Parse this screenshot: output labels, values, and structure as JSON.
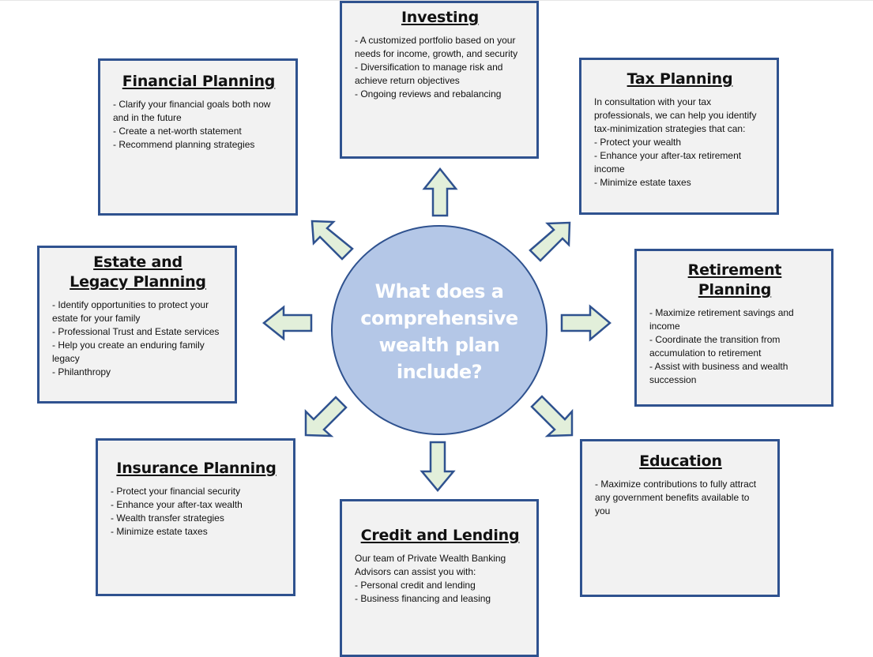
{
  "center": {
    "question": "What does a comprehensive wealth plan include?"
  },
  "boxes": {
    "investing": {
      "title": "Investing",
      "lines": [
        "- A customized portfolio based on your needs for income, growth, and security",
        "- Diversification to manage risk and achieve return objectives",
        "- Ongoing reviews and rebalancing"
      ]
    },
    "financial_planning": {
      "title": "Financial Planning",
      "lines": [
        "- Clarify your financial goals both now and in the future",
        "- Create a net-worth statement",
        "- Recommend planning strategies"
      ]
    },
    "tax_planning": {
      "title": "Tax Planning",
      "lines": [
        "In consultation with your tax professionals, we can help you identify tax-minimization strategies that can:",
        "- Protect your wealth",
        "- Enhance your after-tax retirement income",
        "- Minimize estate taxes"
      ]
    },
    "estate_legacy": {
      "title": "Estate and Legacy Planning",
      "lines": [
        "- Identify opportunities to protect your estate for your family",
        "- Professional Trust and Estate services",
        "- Help you create an enduring family legacy",
        "- Philanthropy"
      ]
    },
    "retirement_planning": {
      "title": "Retirement Planning",
      "lines": [
        "- Maximize retirement savings and income",
        "- Coordinate the transition from accumulation to retirement",
        "- Assist with business and wealth succession"
      ]
    },
    "insurance_planning": {
      "title": "Insurance Planning",
      "lines": [
        "- Protect your financial security",
        "- Enhance your after-tax wealth",
        "- Wealth transfer strategies",
        "- Minimize estate taxes"
      ]
    },
    "credit_lending": {
      "title": "Credit and Lending",
      "lines": [
        "Our team of Private Wealth Banking Advisors can assist you with:",
        "- Personal credit and lending",
        "- Business financing and leasing"
      ]
    },
    "education": {
      "title": "Education",
      "lines": [
        "- Maximize contributions to fully attract any government benefits available to you"
      ]
    }
  },
  "colors": {
    "box_border": "#2f528f",
    "box_fill": "#f2f2f2",
    "circle_fill": "#b4c7e7",
    "arrow_fill": "#e2efda"
  }
}
